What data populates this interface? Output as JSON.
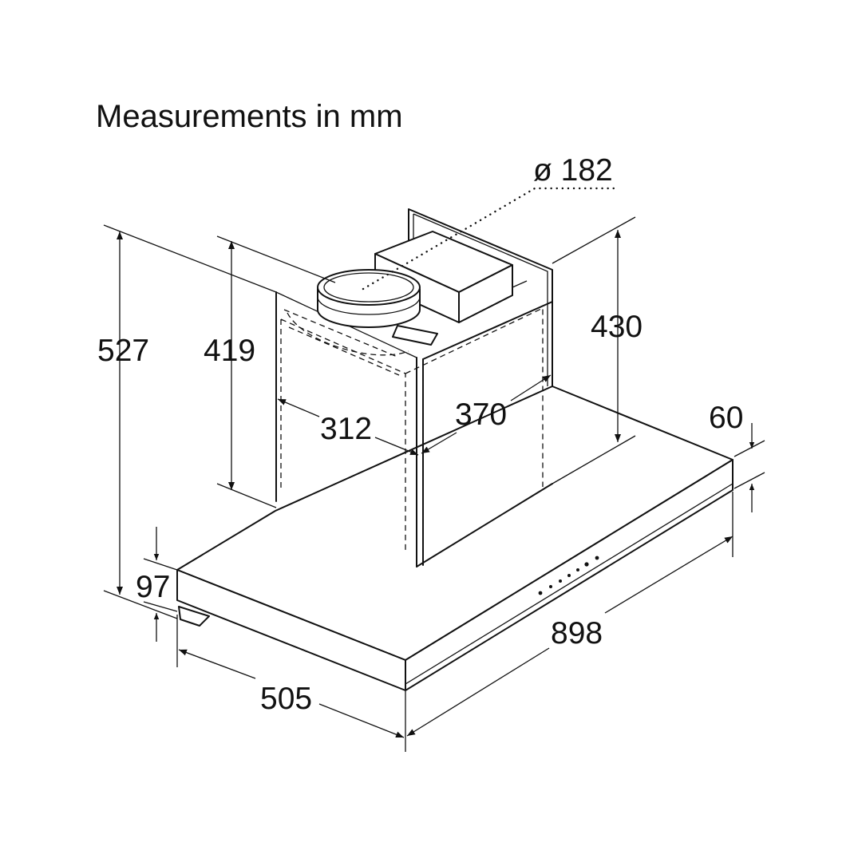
{
  "title": "Measurements in mm",
  "dimensions": {
    "duct_diameter": "ø 182",
    "total_height": "527",
    "chimney_height": "419",
    "wall_mount_height": "430",
    "chimney_width": "312",
    "chimney_depth": "370",
    "canopy_edge_thickness": "60",
    "canopy_height": "97",
    "canopy_width": "898",
    "canopy_depth": "505"
  },
  "colors": {
    "line": "#111111",
    "background": "#ffffff"
  }
}
